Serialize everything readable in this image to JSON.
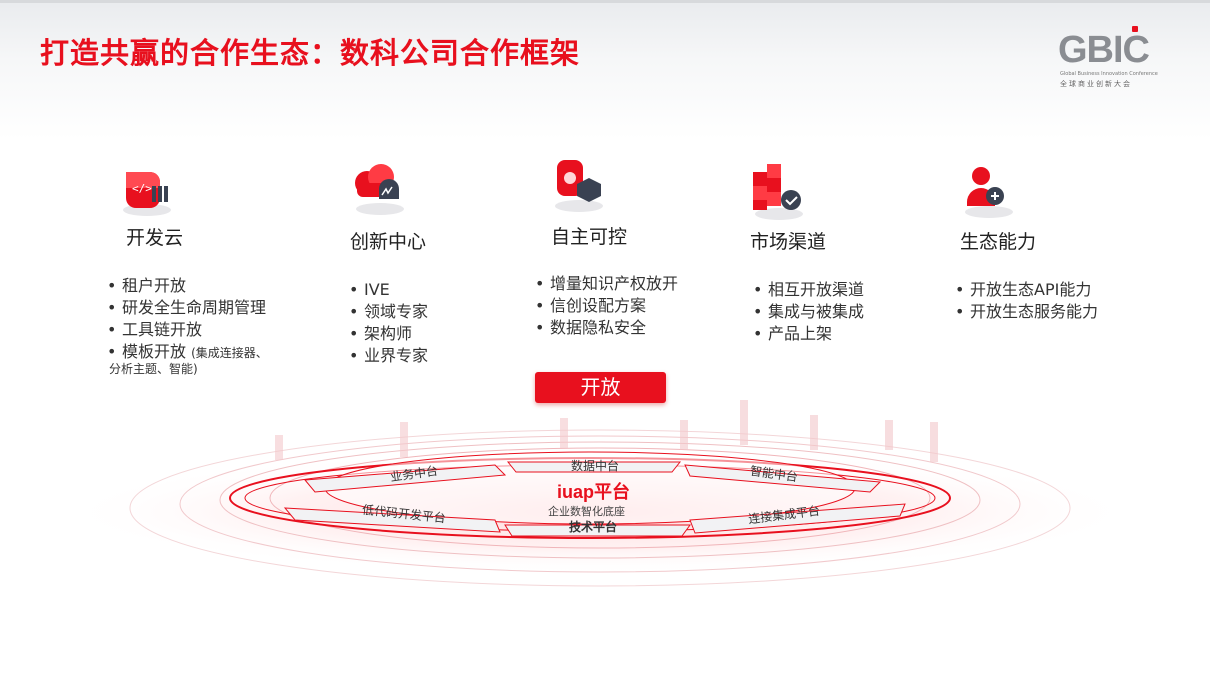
{
  "title": "打造共赢的合作生态：数科公司合作框架",
  "logo": {
    "main": "GBIC",
    "subtitle": "Global Business Innovation Conference",
    "cn": "全球商业创新大会"
  },
  "columns": [
    {
      "title": "开发云",
      "icon": "code-cloud-icon",
      "bullets": [
        "租户开放",
        "研发全生命周期管理",
        "工具链开放",
        "模板开放"
      ],
      "note_inline": "(集成连接器、",
      "note_line2": "分析主题、智能)"
    },
    {
      "title": "创新中心",
      "icon": "cloud-lightbulb-icon",
      "bullets": [
        "IVE",
        "领域专家",
        "架构师",
        "业界专家"
      ]
    },
    {
      "title": "自主可控",
      "icon": "shield-lock-icon",
      "bullets": [
        "增量知识产权放开",
        "信创设配方案",
        "数据隐私安全"
      ]
    },
    {
      "title": "市场渠道",
      "icon": "building-blocks-icon",
      "bullets": [
        "相互开放渠道",
        "集成与被集成",
        "产品上架"
      ]
    },
    {
      "title": "生态能力",
      "icon": "ecosystem-link-icon",
      "bullets": [
        "开放生态API能力",
        "开放生态服务能力"
      ]
    }
  ],
  "open_label": "开放",
  "platform": {
    "name": "iuap平台",
    "base": "企业数智化底座",
    "segments": {
      "business": "业务中台",
      "data": "数据中台",
      "ai": "智能中台",
      "lowcode": "低代码开发平台",
      "tech": "技术平台",
      "integration": "连接集成平台"
    }
  },
  "colors": {
    "accent": "#e8101e",
    "text": "#222222"
  }
}
